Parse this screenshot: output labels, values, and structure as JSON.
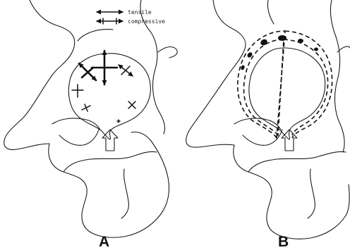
{
  "legend": {
    "tensile_label": "tensile",
    "compressive_label": "compressive"
  },
  "panels": [
    {
      "label": "A"
    },
    {
      "label": "B"
    }
  ]
}
